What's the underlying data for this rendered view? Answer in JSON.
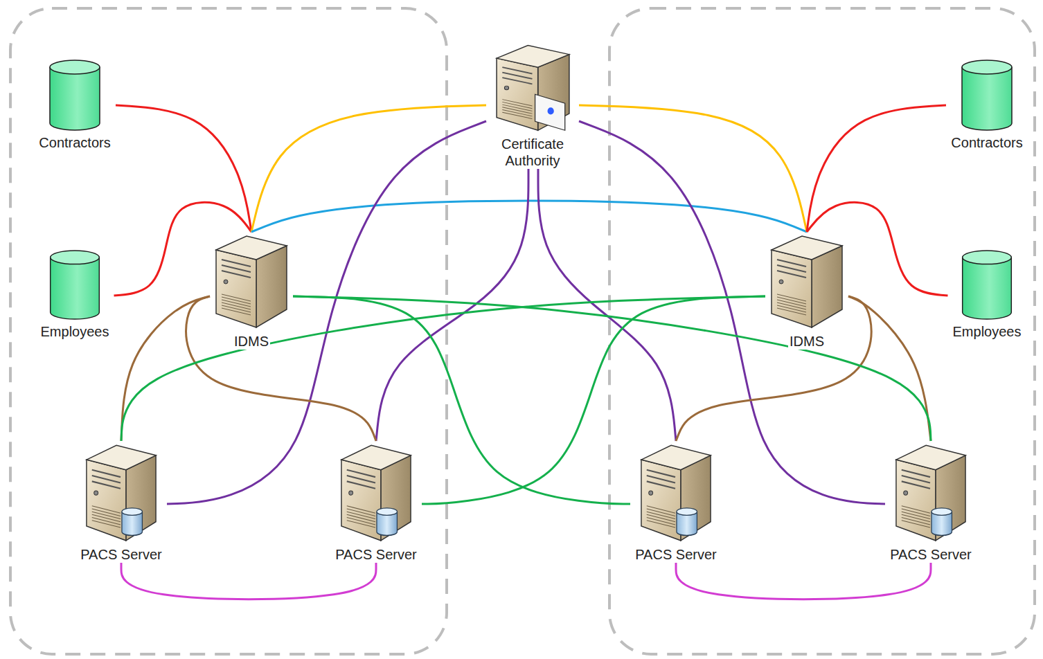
{
  "diagram": {
    "nodes": [
      {
        "text": [
          "Contractors"
        ]
      },
      {
        "text": [
          "Certificate Authority"
        ]
      },
      {
        "text": [
          "Contractors"
        ]
      },
      {
        "text": [
          "Employees"
        ]
      },
      {
        "text": [
          "IDMS"
        ]
      },
      {
        "text": [
          "IDMS"
        ]
      },
      {
        "text": [
          "Employees"
        ]
      },
      {
        "text": [
          "PACS Server"
        ]
      },
      {
        "text": [
          "PACS Server"
        ]
      },
      {
        "text": [
          "PACS Server"
        ]
      },
      {
        "text": [
          "PACS Server"
        ]
      }
    ],
    "edges": [
      {
        "from": 0,
        "to": 4,
        "arrow": "none"
      },
      {
        "from": 3,
        "to": 4,
        "arrow": "none"
      },
      {
        "from": 1,
        "to": 4,
        "arrow": "none"
      },
      {
        "from": 4,
        "to": 5,
        "arrow": "none"
      },
      {
        "from": 1,
        "to": 5,
        "arrow": "none"
      },
      {
        "from": 2,
        "to": 5,
        "arrow": "none"
      },
      {
        "from": 6,
        "to": 5,
        "arrow": "none"
      },
      {
        "from": 1,
        "to": 7,
        "arrow": "none"
      },
      {
        "from": 1,
        "to": 8,
        "arrow": "none"
      },
      {
        "from": 1,
        "to": 9,
        "arrow": "none"
      },
      {
        "from": 1,
        "to": 10,
        "arrow": "none"
      },
      {
        "from": 4,
        "to": 7,
        "arrow": "none"
      },
      {
        "from": 4,
        "to": 8,
        "arrow": "none"
      },
      {
        "from": 5,
        "to": 9,
        "arrow": "none"
      },
      {
        "from": 5,
        "to": 10,
        "arrow": "none"
      },
      {
        "from": 4,
        "to": 9,
        "arrow": "none"
      },
      {
        "from": 4,
        "to": 10,
        "arrow": "none"
      },
      {
        "from": 5,
        "to": 7,
        "arrow": "none"
      },
      {
        "from": 5,
        "to": 8,
        "arrow": "none"
      },
      {
        "from": 7,
        "to": 8,
        "arrow": "none"
      },
      {
        "from": 9,
        "to": 10,
        "arrow": "none"
      }
    ]
  }
}
